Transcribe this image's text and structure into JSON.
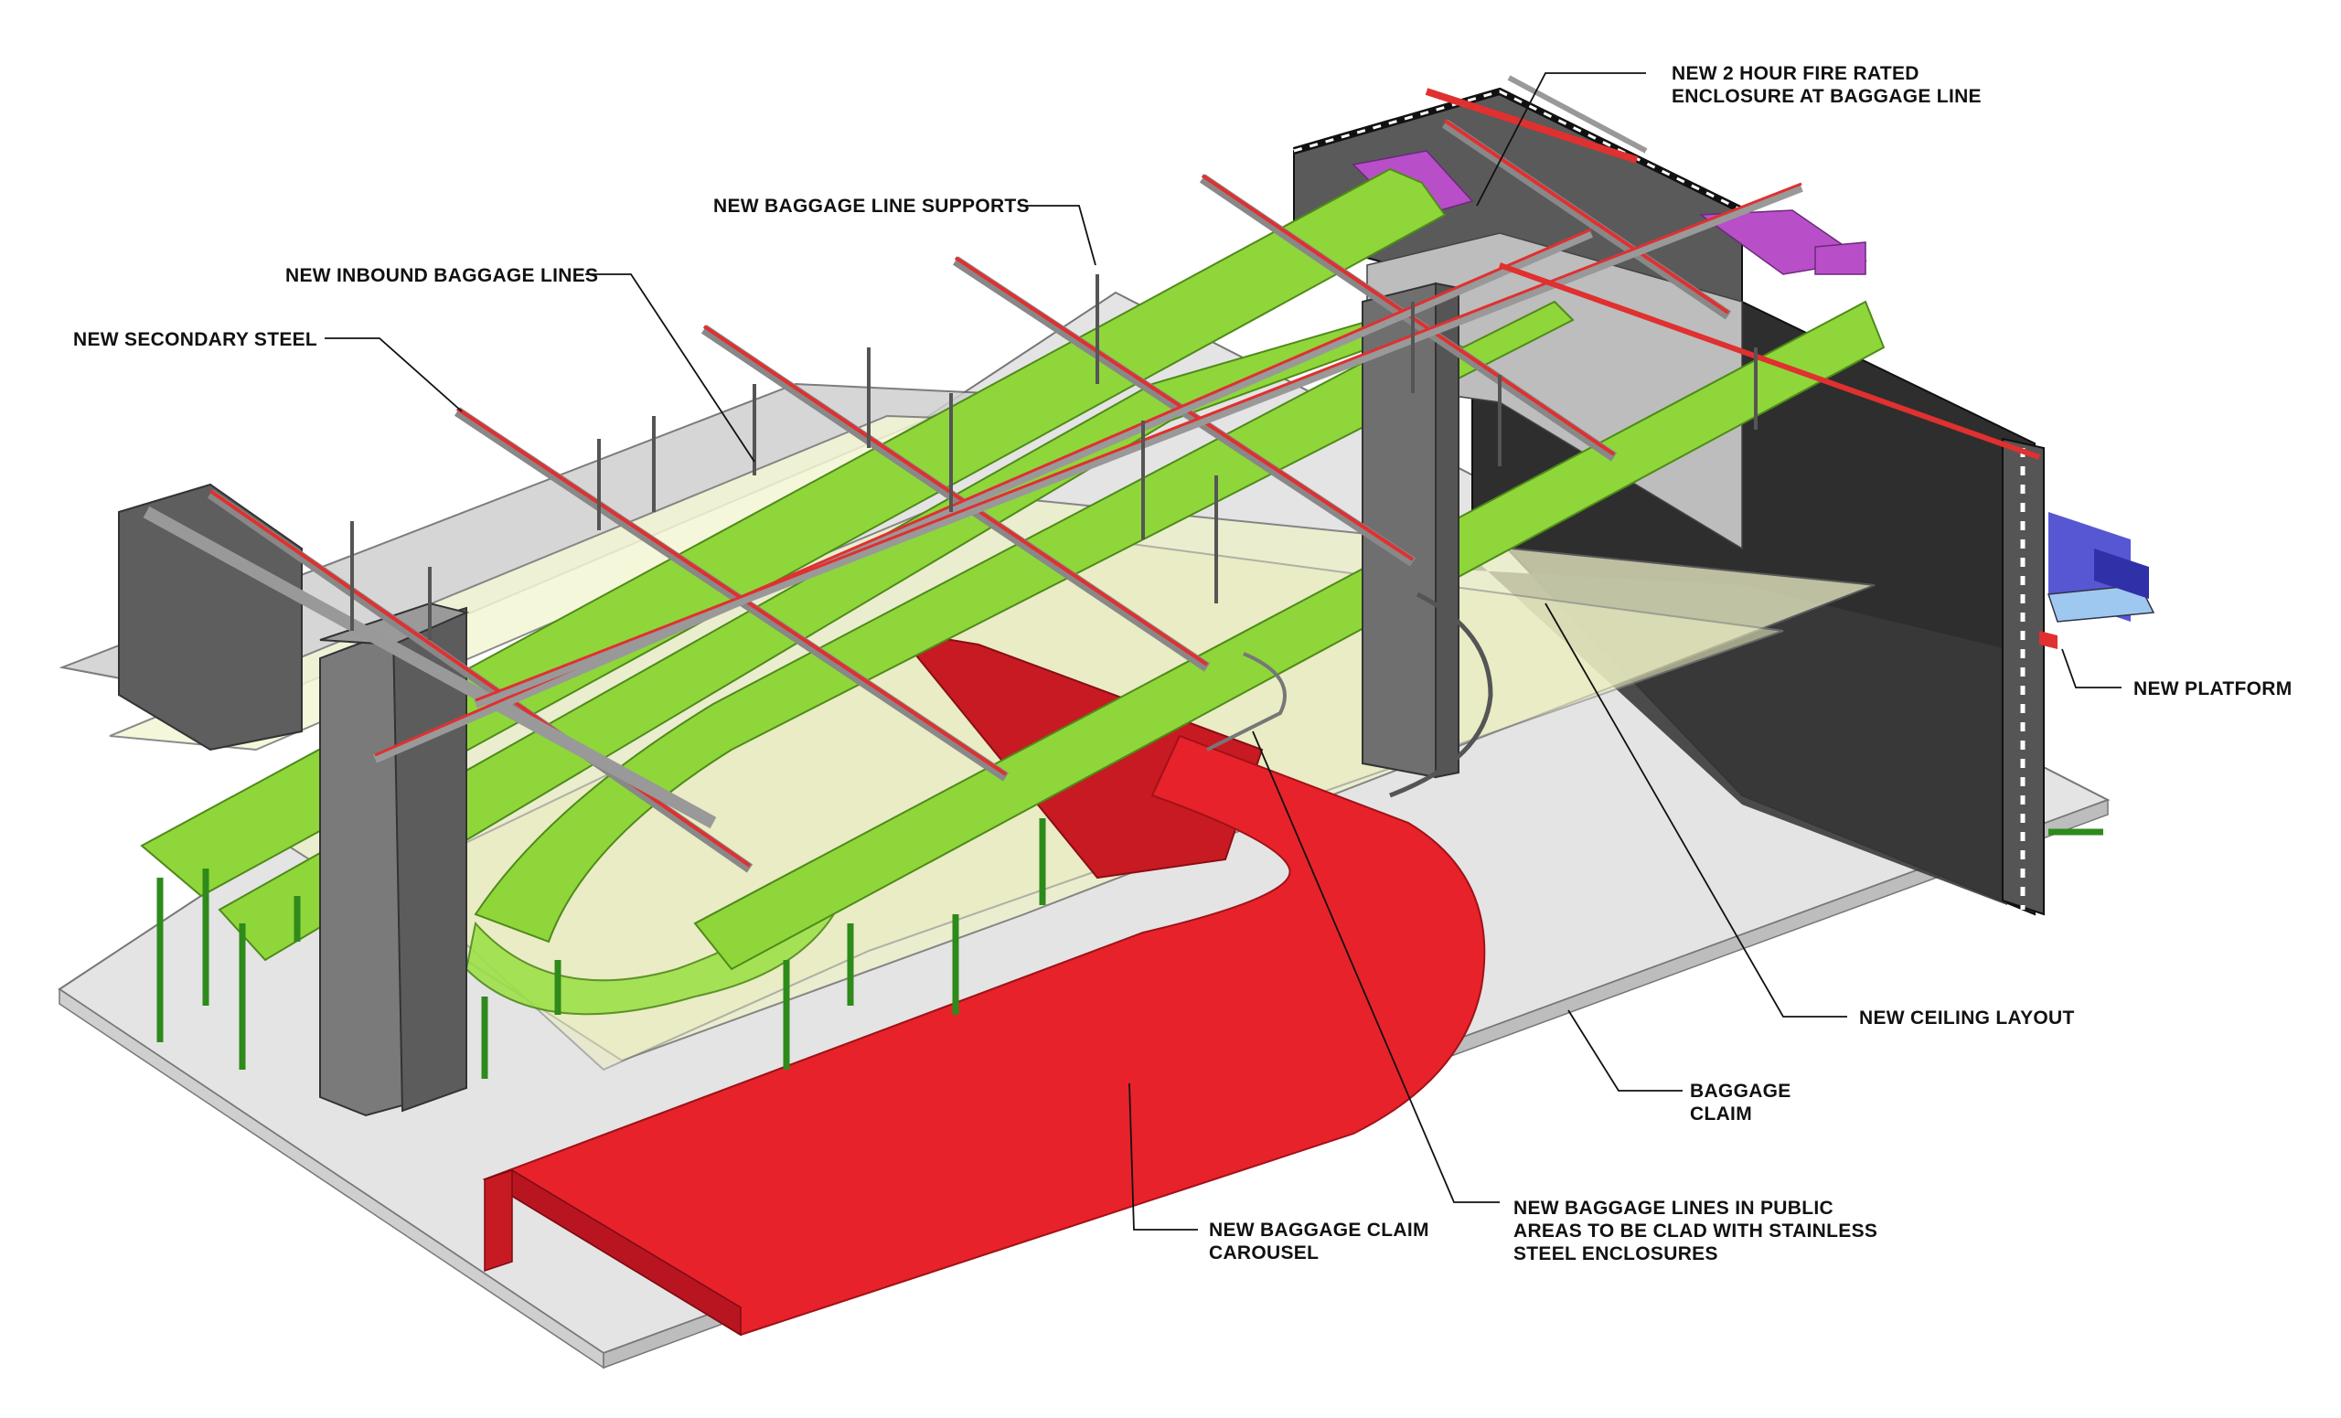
{
  "callouts": {
    "fire_enclosure": [
      "NEW 2 HOUR FIRE RATED",
      "ENCLOSURE AT BAGGAGE LINE"
    ],
    "line_supports": [
      "NEW BAGGAGE LINE SUPPORTS"
    ],
    "inbound_lines": [
      "NEW INBOUND BAGGAGE LINES"
    ],
    "secondary_steel": [
      "NEW SECONDARY STEEL"
    ],
    "platform": [
      "NEW PLATFORM"
    ],
    "ceiling_layout": [
      "NEW CEILING LAYOUT"
    ],
    "baggage_claim": [
      "BAGGAGE",
      "CLAIM"
    ],
    "carousel": [
      "NEW BAGGAGE CLAIM",
      "CAROUSEL"
    ],
    "public_lines": [
      "NEW BAGGAGE LINES IN PUBLIC",
      "AREAS TO BE CLAD WITH STAINLESS",
      "STEEL ENCLOSURES"
    ]
  },
  "colors": {
    "baggage_line": "#8fd63a",
    "carousel": "#e8222a",
    "steel_red": "#e03030",
    "column": "#6b6b6b",
    "wall": "#2b2b2b",
    "floor": "#e2e2e2",
    "ceiling_panel": "#f3f4d2",
    "platform": "#8080e0",
    "enclosure_purple": "#b84fc8"
  }
}
